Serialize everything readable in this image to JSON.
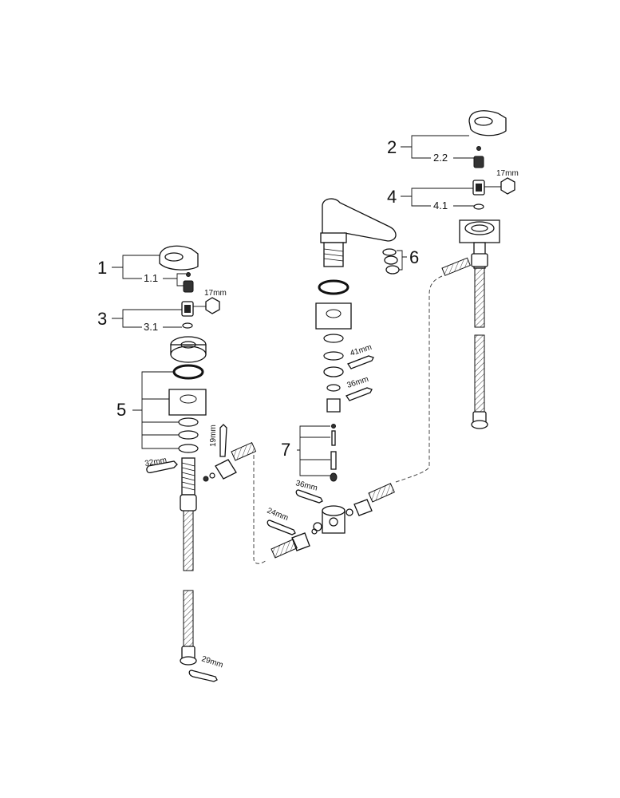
{
  "callouts": {
    "c1": "1",
    "c1_1": "1.1",
    "c2": "2",
    "c2_2": "2.2",
    "c3": "3",
    "c3_1": "3.1",
    "c4": "4",
    "c4_1": "4.1",
    "c5": "5",
    "c6": "6",
    "c7": "7"
  },
  "tools": {
    "hex_left": "17mm",
    "hex_right": "17mm",
    "wrench_41": "41mm",
    "wrench_36_top": "36mm",
    "wrench_36_bottom": "36mm",
    "wrench_32": "32mm",
    "wrench_19": "19mm",
    "wrench_24": "24mm",
    "wrench_29": "29mm"
  }
}
